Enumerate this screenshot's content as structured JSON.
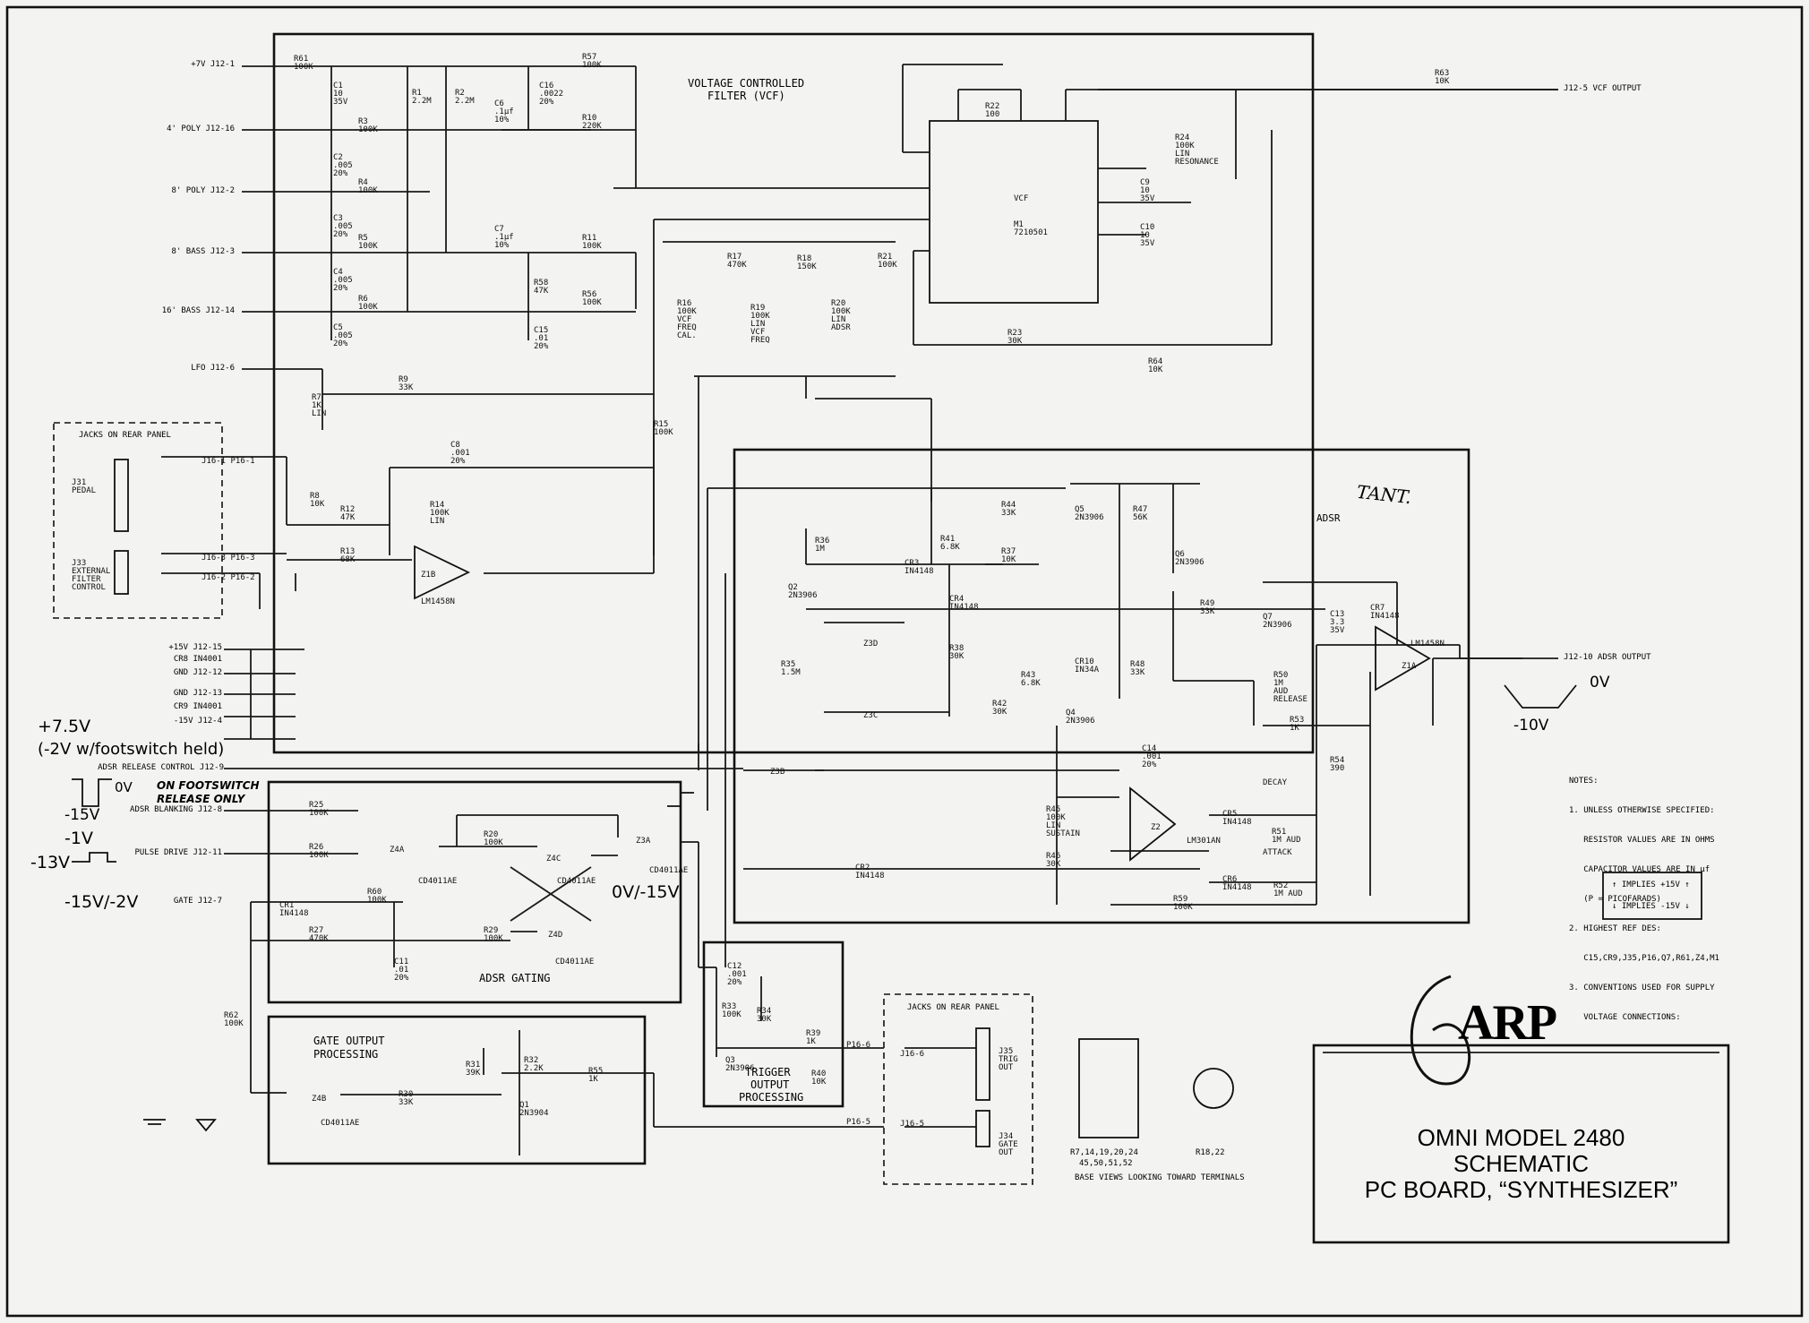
{
  "title": {
    "line1": "OMNI MODEL 2480",
    "line2": "SCHEMATIC",
    "line3": "PC BOARD, “SYNTHESIZER”",
    "logo": "ARP"
  },
  "sections": {
    "vcf": "VOLTAGE CONTROLLED",
    "vcf2": "FILTER (VCF)",
    "adsr": "ADSR",
    "adsr_gating": "ADSR GATING",
    "gate_out": "GATE OUTPUT",
    "gate_out2": "PROCESSING",
    "trig_out": "TRIGGER",
    "trig_out2": "OUTPUT",
    "trig_out3": "PROCESSING",
    "jacks_rear": "JACKS ON REAR PANEL",
    "jacks_rear2": "JACKS ON REAR PANEL",
    "base_views": "BASE VIEWS LOOKING TOWARD TERMINALS"
  },
  "inputs": [
    {
      "label": "+7V  J12-1"
    },
    {
      "label": "4' POLY  J12-16"
    },
    {
      "label": "8' POLY  J12-2"
    },
    {
      "label": "8' BASS  J12-3"
    },
    {
      "label": "16' BASS  J12-14"
    },
    {
      "label": "LFO  J12-6"
    }
  ],
  "power": [
    {
      "label": "+15V J12-15"
    },
    {
      "label": "CR8 IN4001"
    },
    {
      "label": "GND  J12-12"
    },
    {
      "label": "GND  J12-13"
    },
    {
      "label": "CR9 IN4001"
    },
    {
      "label": "-15V  J12-4"
    }
  ],
  "control_inputs": [
    {
      "label": "ADSR RELEASE CONTROL J12-9"
    },
    {
      "label": "ADSR BLANKING J12-8"
    },
    {
      "label": "PULSE DRIVE J12-11"
    },
    {
      "label": "GATE  J12-7"
    }
  ],
  "outputs": {
    "vcf": "J12-5 VCF OUTPUT",
    "adsr": "J12-10 ADSR OUTPUT"
  },
  "handwritten": {
    "v75": "+7.5V",
    "v75b": "(-2V w/footswitch held)",
    "zero": "0V",
    "neg15": "-15V",
    "footswitch": "ON FOOTSWITCH",
    "footswitch2": "RELEASE ONLY",
    "neg1": "-1V",
    "neg13": "-13V",
    "gate_v": "-15V/-2V",
    "z3a_v": "0V/-15V",
    "adsr_0": "0V",
    "adsr_10": "-10V",
    "tant": "TANT."
  },
  "notes": [
    "NOTES:",
    "1. UNLESS OTHERWISE SPECIFIED:",
    "   RESISTOR VALUES ARE IN OHMS",
    "   CAPACITOR VALUES ARE IN μf",
    "   (P = PICOFARADS)",
    "2. HIGHEST REF DES:",
    "   C15,CR9,J35,P16,Q7,R61,Z4,M1",
    "3. CONVENTIONS USED FOR SUPPLY",
    "   VOLTAGE CONNECTIONS:",
    "↑ IMPLIES +15V ↑",
    "↓ IMPLIES -15V ↓"
  ],
  "pot_refs": [
    "R7,14,19,20,24",
    "45,50,51,52",
    "R18,22"
  ],
  "components": [
    [
      "R61",
      "100K",
      328,
      62
    ],
    [
      "C1",
      "10\n35V",
      372,
      92
    ],
    [
      "R1",
      "2.2M",
      460,
      100
    ],
    [
      "R2",
      "2.2M",
      508,
      100
    ],
    [
      "C6",
      ".1μf\n10%",
      552,
      112
    ],
    [
      "C16",
      ".0022\n20%",
      602,
      92
    ],
    [
      "R57",
      "100K",
      650,
      60
    ],
    [
      "R10",
      "220K",
      650,
      128
    ],
    [
      "R3",
      "100K",
      400,
      132
    ],
    [
      "C2",
      ".005\n20%",
      372,
      172
    ],
    [
      "R4",
      "100K",
      400,
      200
    ],
    [
      "C3",
      ".005\n20%",
      372,
      240
    ],
    [
      "R5",
      "100K",
      400,
      262
    ],
    [
      "C7",
      ".1μf\n10%",
      552,
      252
    ],
    [
      "R11",
      "100K",
      650,
      262
    ],
    [
      "C4",
      ".005\n20%",
      372,
      300
    ],
    [
      "R58",
      "47K",
      596,
      312
    ],
    [
      "R6",
      "100K",
      400,
      330
    ],
    [
      "R56",
      "100K",
      650,
      325
    ],
    [
      "C5",
      ".005\n20%",
      372,
      362
    ],
    [
      "C15",
      ".01\n20%",
      596,
      365
    ],
    [
      "R7",
      "1K\nLIN",
      348,
      440
    ],
    [
      "R9",
      "33K",
      445,
      420
    ],
    [
      "C8",
      ".001\n20%",
      503,
      493
    ],
    [
      "R8",
      "10K",
      346,
      550
    ],
    [
      "R12",
      "47K",
      380,
      565
    ],
    [
      "R14",
      "100K\nLIN",
      480,
      560
    ],
    [
      "R13",
      "68K",
      380,
      612
    ],
    [
      "Z1B",
      "",
      470,
      638
    ],
    [
      "LM1458N",
      "",
      470,
      668
    ],
    [
      "R17",
      "470K",
      812,
      283
    ],
    [
      "R19",
      "100K\nLIN\nVCF\nFREQ",
      838,
      340
    ],
    [
      "R18",
      "150K",
      890,
      285
    ],
    [
      "R16",
      "100K\nVCF\nFREQ\nCAL.",
      756,
      335
    ],
    [
      "R20",
      "100K\nLIN\nADSR",
      928,
      335
    ],
    [
      "R21",
      "100K",
      980,
      283
    ],
    [
      "R15",
      "100K",
      730,
      470
    ],
    [
      "R22",
      "100",
      1100,
      115
    ],
    [
      "M1",
      "7210501",
      1132,
      247
    ],
    [
      "VCF",
      "",
      1132,
      218
    ],
    [
      "C9",
      "10\n35V",
      1273,
      200
    ],
    [
      "C10",
      "10\n35V",
      1273,
      250
    ],
    [
      "R23",
      "30K",
      1125,
      368
    ],
    [
      "R64",
      "10K",
      1282,
      400
    ],
    [
      "R24",
      "100K\nLIN\nRESONANCE",
      1312,
      150
    ],
    [
      "R63",
      "10K",
      1602,
      78
    ],
    [
      "R44",
      "33K",
      1118,
      560
    ],
    [
      "Q5",
      "2N3906",
      1200,
      565
    ],
    [
      "R47",
      "56K",
      1265,
      565
    ],
    [
      "R36",
      "1M",
      910,
      600
    ],
    [
      "R41",
      "6.8K",
      1050,
      598
    ],
    [
      "R37",
      "10K",
      1118,
      612
    ],
    [
      "CR3",
      "IN4148",
      1010,
      625
    ],
    [
      "Q6",
      "2N3906",
      1312,
      615
    ],
    [
      "Q2",
      "2N3906",
      880,
      652
    ],
    [
      "CR4",
      "IN4148",
      1060,
      665
    ],
    [
      "R49",
      "33K",
      1340,
      670
    ],
    [
      "Q7",
      "2N3906",
      1410,
      685
    ],
    [
      "C13",
      "3.3\n35V",
      1485,
      682
    ],
    [
      "CR7",
      "IN4148",
      1530,
      675
    ],
    [
      "R35",
      "1.5M",
      872,
      738
    ],
    [
      "Z3D",
      "",
      964,
      715
    ],
    [
      "R38",
      "30K",
      1060,
      720
    ],
    [
      "CR10",
      "IN34A",
      1200,
      735
    ],
    [
      "R48",
      "33K",
      1262,
      738
    ],
    [
      "R43",
      "6.8K",
      1140,
      750
    ],
    [
      "LM1458N",
      "",
      1575,
      715
    ],
    [
      "Z1A",
      "",
      1565,
      740
    ],
    [
      "R50",
      "1M\nAUD\nRELEASE",
      1422,
      750
    ],
    [
      "Z3C",
      "",
      964,
      795
    ],
    [
      "R42",
      "30K",
      1108,
      782
    ],
    [
      "R53",
      "1K",
      1440,
      800
    ],
    [
      "Q4",
      "2N3906",
      1190,
      792
    ],
    [
      "C14",
      ".001\n20%",
      1275,
      832
    ],
    [
      "R54",
      "390",
      1485,
      845
    ],
    [
      "Z3B",
      "",
      860,
      858
    ],
    [
      "DECAY",
      "",
      1410,
      870
    ],
    [
      "R45",
      "100K\nLIN\nSUSTAIN",
      1168,
      900
    ],
    [
      "CR5",
      "IN4148",
      1365,
      905
    ],
    [
      "R51",
      "1M AUD",
      1420,
      925
    ],
    [
      "Z2",
      "",
      1285,
      920
    ],
    [
      "LM301AN",
      "",
      1325,
      935
    ],
    [
      "CR2",
      "IN4148",
      955,
      965
    ],
    [
      "ATTACK",
      "",
      1410,
      948
    ],
    [
      "R46",
      "30K",
      1168,
      952
    ],
    [
      "CR6",
      "IN4148",
      1365,
      978
    ],
    [
      "R52",
      "1M AUD",
      1422,
      985
    ],
    [
      "R59",
      "100K",
      1310,
      1000
    ],
    [
      "R25",
      "100K",
      345,
      895
    ],
    [
      "R20",
      "100K",
      540,
      928
    ],
    [
      "Z4A",
      "",
      435,
      945
    ],
    [
      "Z4C",
      "",
      610,
      955
    ],
    [
      "Z3A",
      "",
      710,
      935
    ],
    [
      "R26",
      "100K",
      345,
      942
    ],
    [
      "CD4011AE",
      "",
      467,
      980
    ],
    [
      "CD4011AE",
      "",
      622,
      980
    ],
    [
      "CD4011AE",
      "",
      725,
      968
    ],
    [
      "CR1",
      "IN4148",
      312,
      1007
    ],
    [
      "R60",
      "100K",
      410,
      992
    ],
    [
      "R27",
      "470K",
      345,
      1035
    ],
    [
      "R29",
      "100K",
      540,
      1035
    ],
    [
      "Z4D",
      "",
      612,
      1040
    ],
    [
      "C11",
      ".01\n20%",
      440,
      1070
    ],
    [
      "CD4011AE",
      "",
      620,
      1070
    ],
    [
      "R62",
      "100K",
      250,
      1130
    ],
    [
      "R31",
      "39K",
      520,
      1185
    ],
    [
      "R32",
      "2.2K",
      585,
      1180
    ],
    [
      "R55",
      "1K",
      657,
      1192
    ],
    [
      "Z4B",
      "",
      348,
      1223
    ],
    [
      "R30",
      "33K",
      445,
      1218
    ],
    [
      "Q1",
      "2N3904",
      580,
      1230
    ],
    [
      "CD4011AE",
      "",
      358,
      1250
    ],
    [
      "C12",
      ".001\n20%",
      812,
      1075
    ],
    [
      "R33",
      "100K",
      806,
      1120
    ],
    [
      "R34",
      "30K",
      845,
      1125
    ],
    [
      "R39",
      "1K",
      900,
      1150
    ],
    [
      "Q3",
      "2N3906",
      810,
      1180
    ],
    [
      "R40",
      "10K",
      906,
      1195
    ],
    [
      "J31",
      "PEDAL",
      80,
      535
    ],
    [
      "J33",
      "EXTERNAL\nFILTER\nCONTROL",
      80,
      625
    ],
    [
      "J35",
      "TRIG\nOUT",
      1115,
      1170
    ],
    [
      "J34",
      "GATE\nOUT",
      1115,
      1265
    ]
  ],
  "pins": [
    [
      "J16-1  P16-1",
      225,
      510
    ],
    [
      "J16-3  P16-3",
      225,
      618
    ],
    [
      "J16-2  P16-2",
      225,
      640
    ],
    [
      "P16-6",
      945,
      1162
    ],
    [
      "J16-6",
      1005,
      1172
    ],
    [
      "P16-5",
      945,
      1248
    ],
    [
      "J16-5",
      1005,
      1250
    ]
  ]
}
